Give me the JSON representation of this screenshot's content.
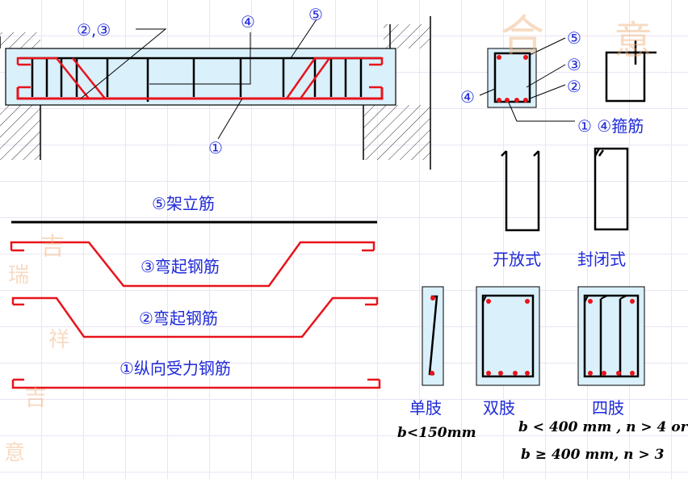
{
  "beam_labels": {
    "n23": "②,③",
    "n4": "④",
    "n5": "⑤",
    "n1": "①"
  },
  "section_labels": {
    "n5": "⑤",
    "n3": "③",
    "n2": "②",
    "n4": "④",
    "n14": "① ④箍筋"
  },
  "bars": {
    "b5": "⑤架立筋",
    "b3": "③弯起钢筋",
    "b2": "②弯起钢筋",
    "b1": "①纵向受力钢筋"
  },
  "stirrup_types": {
    "open": "开放式",
    "closed": "封闭式"
  },
  "legs": {
    "single": "单肢",
    "double": "双肢",
    "four": "四肢"
  },
  "formulas": {
    "f1": "b<150mm",
    "f2": "b < 400 mm , n > 4 or",
    "f3": "b ≥ 400 mm, n > 3"
  },
  "colors": {
    "rebar": "#e8131b",
    "label_blue": "#1f2ad8",
    "beam_fill": "#daf0fb"
  },
  "watermark_icons": [
    "seal-stamp-icon"
  ]
}
